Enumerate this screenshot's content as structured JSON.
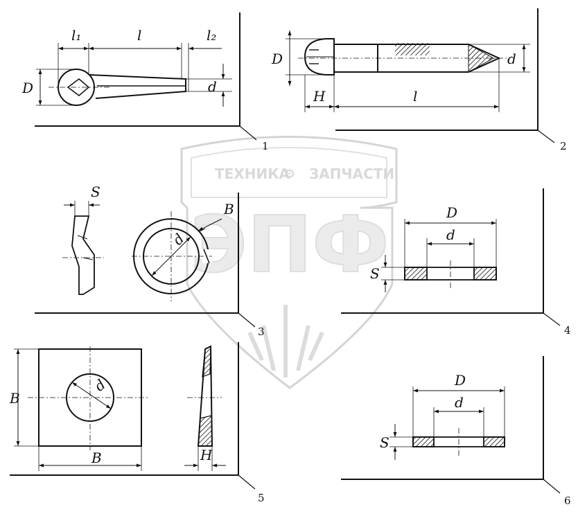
{
  "watermark": {
    "top_left": "ТЕХНИКА",
    "top_right": "ЗАПЧАСТИ",
    "big": "ЭПФ"
  },
  "figures": [
    {
      "number": "1",
      "labels": {
        "l1": "l₁",
        "l": "l",
        "l2": "l₂",
        "D": "D",
        "d": "d"
      }
    },
    {
      "number": "2",
      "labels": {
        "D": "D",
        "H": "H",
        "l": "l",
        "d": "d"
      }
    },
    {
      "number": "3",
      "labels": {
        "S": "S",
        "B": "B",
        "d": "d"
      }
    },
    {
      "number": "4",
      "labels": {
        "D": "D",
        "d": "d",
        "S": "S"
      }
    },
    {
      "number": "5",
      "labels": {
        "B_left": "B",
        "B_bottom": "B",
        "d": "d",
        "H": "H"
      }
    },
    {
      "number": "6",
      "labels": {
        "D": "D",
        "d": "d",
        "S": "S"
      }
    }
  ]
}
